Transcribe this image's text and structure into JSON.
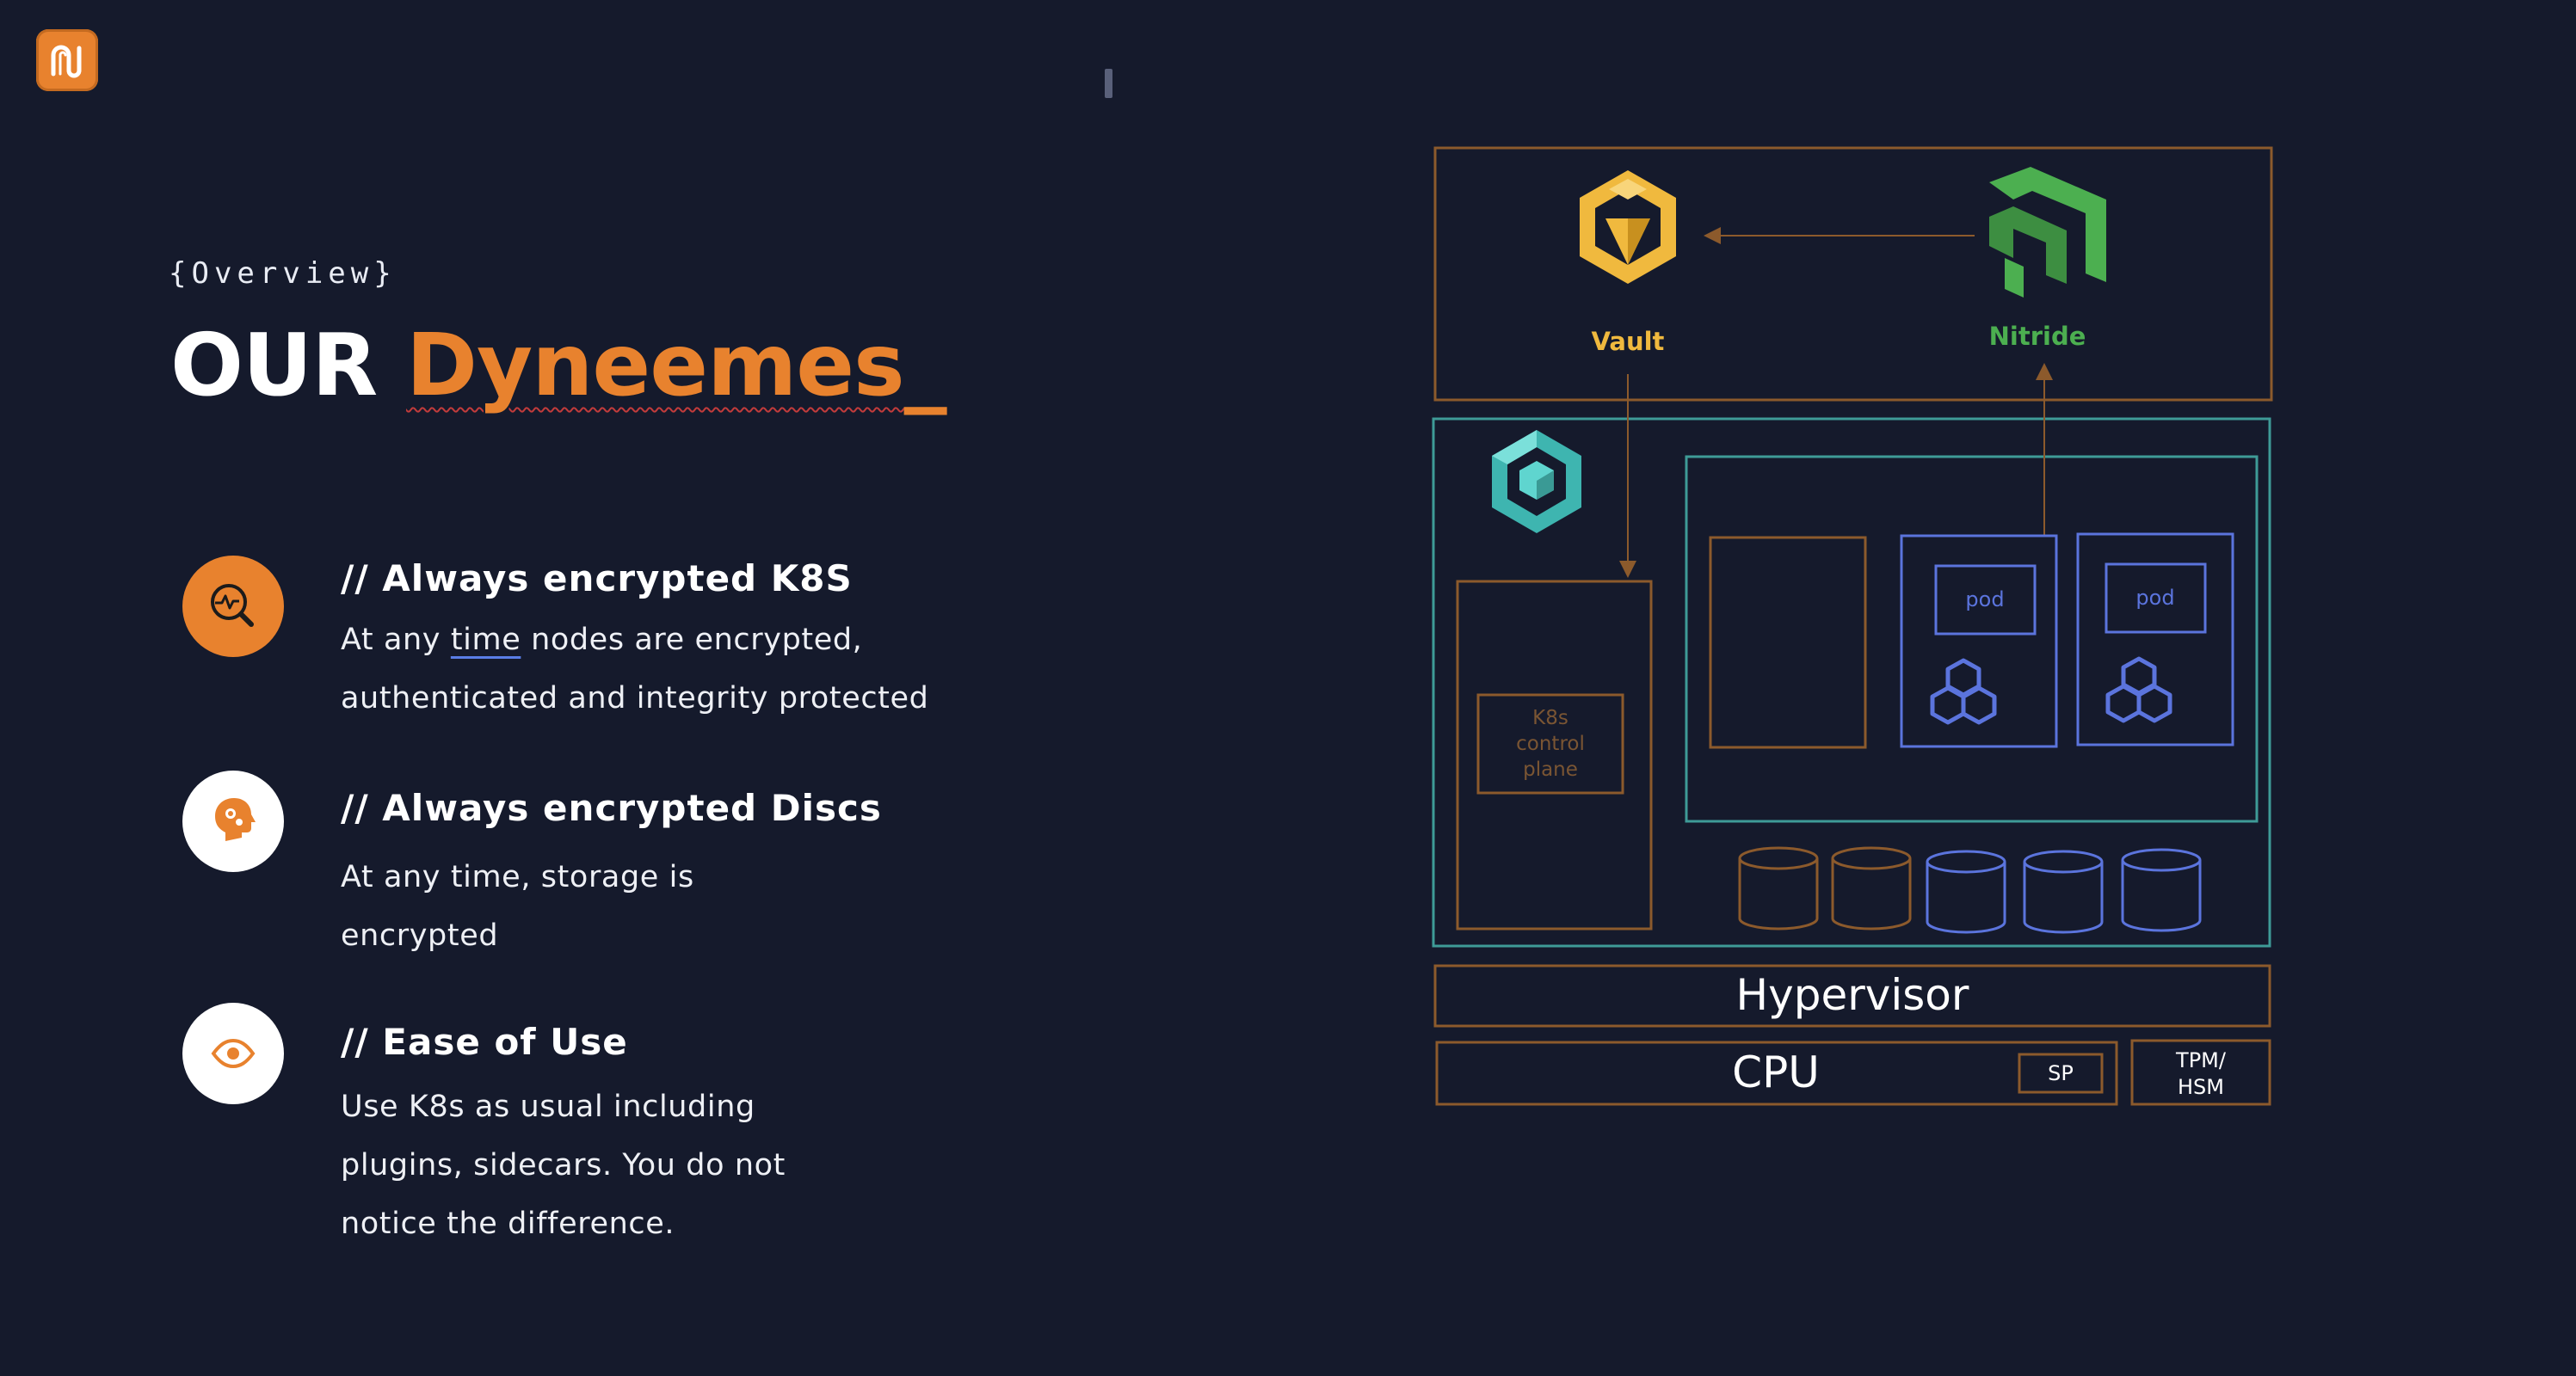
{
  "slide": {
    "eyebrow": "{Overview}",
    "title_word1": "OUR",
    "title_word2": "Dyneemes",
    "title_cursor": "_"
  },
  "features": [
    {
      "icon": "monitoring-search-icon",
      "title": "// Always encrypted K8S",
      "text_before": "At any ",
      "text_underlined": "time",
      "text_line1_after": " nodes are encrypted,",
      "text_line2": "authenticated and integrity protected"
    },
    {
      "icon": "head-gears-icon",
      "title": "//  Always encrypted Discs",
      "text_line1": "At any time, storage is",
      "text_line2": "encrypted"
    },
    {
      "icon": "eye-icon",
      "title": "//  Ease of Use",
      "text_line1": "Use K8s as usual including",
      "text_line2": "plugins, sidecars. You do not",
      "text_line3": "notice the difference."
    }
  ],
  "diagram": {
    "vault_label": "Vault",
    "nitride_label": "Nitride",
    "k8s_control_plane": [
      "K8s",
      "control",
      "plane"
    ],
    "pod_labels": [
      "pod",
      "pod"
    ],
    "hypervisor_label": "Hypervisor",
    "cpu_label": "CPU",
    "sp_label": "SP",
    "tpm_label": [
      "TPM/",
      "HSM"
    ]
  },
  "colors": {
    "background": "#151a2c",
    "accent_orange": "#e8822e",
    "box_brown": "#8c5a2c",
    "teal": "#3e9b97",
    "pod_blue": "#5b74dd",
    "vault_yellow": "#f0b93e",
    "nitride_green": "#4caf50"
  }
}
